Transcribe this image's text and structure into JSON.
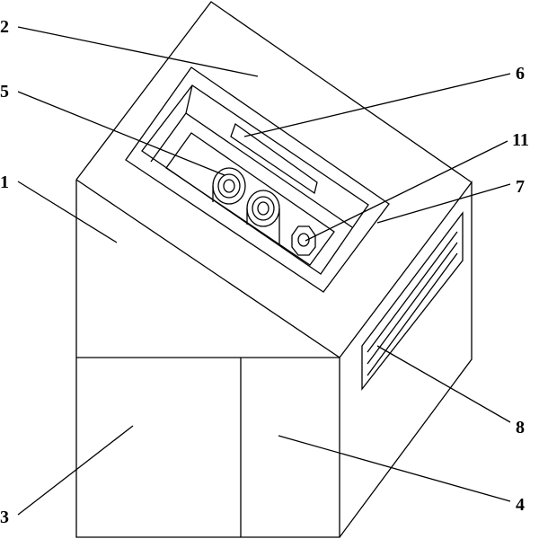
{
  "labels": {
    "l1": "1",
    "l2": "2",
    "l3": "3",
    "l4": "4",
    "l5": "5",
    "l6": "6",
    "l7": "7",
    "l8": "8",
    "l11": "11"
  },
  "colors": {
    "stroke": "#000000",
    "background": "#ffffff"
  }
}
